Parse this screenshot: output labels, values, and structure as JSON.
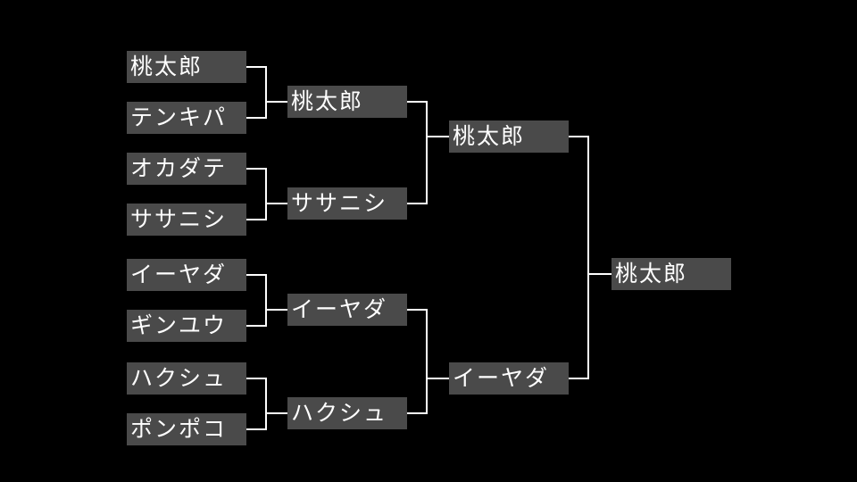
{
  "bracket": {
    "round1": [
      "桃太郎",
      "テンキパ",
      "オカダテ",
      "ササニシ",
      "イーヤダ",
      "ギンユウ",
      "ハクシュ",
      "ポンポコ"
    ],
    "round2": [
      "桃太郎",
      "ササニシ",
      "イーヤダ",
      "ハクシュ"
    ],
    "round3": [
      "桃太郎",
      "イーヤダ"
    ],
    "champion": "桃太郎"
  }
}
